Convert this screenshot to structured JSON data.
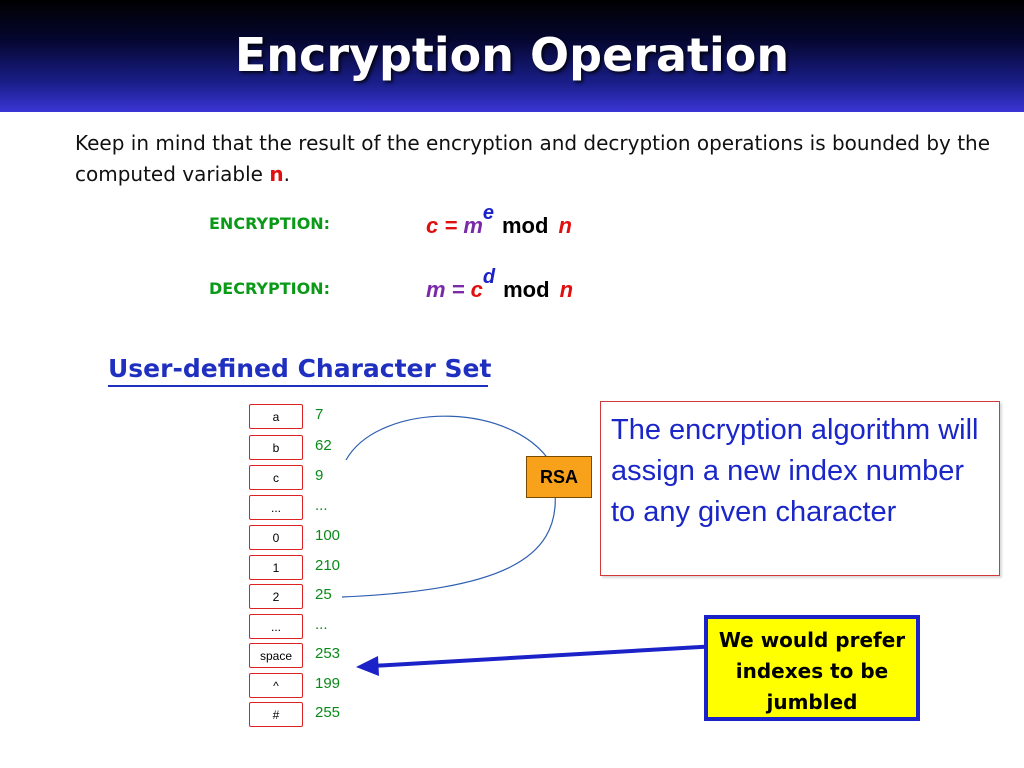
{
  "title": "Encryption Operation",
  "intro": {
    "text_before": "Keep in mind that the result of the encryption and decryption operations is bounded by the computed variable ",
    "variable": "n",
    "text_after": "."
  },
  "encryption": {
    "label": "ENCRYPTION:",
    "lhs": "c = ",
    "base": "m",
    "exponent": "e",
    "mod": "mod",
    "modulus": "n"
  },
  "decryption": {
    "label": "DECRYPTION:",
    "lhs": "m = ",
    "base": "c",
    "exponent": "d",
    "mod": "mod",
    "modulus": "n"
  },
  "charset_heading": "User-defined Character Set",
  "characters": [
    {
      "char": "a",
      "index": "7"
    },
    {
      "char": "b",
      "index": "62"
    },
    {
      "char": "c",
      "index": "9"
    },
    {
      "char": "...",
      "index": "..."
    },
    {
      "char": "0",
      "index": "100"
    },
    {
      "char": "1",
      "index": "210"
    },
    {
      "char": "2",
      "index": "25"
    },
    {
      "char": "...",
      "index": "..."
    },
    {
      "char": "space",
      "index": "253"
    },
    {
      "char": "^",
      "index": "199"
    },
    {
      "char": "#",
      "index": "255"
    }
  ],
  "rsa_label": "RSA",
  "info_text": "The encryption algorithm will assign a new index number to any given character",
  "note_text": "We would prefer indexes to be jumbled",
  "colors": {
    "accent_red": "#e01010",
    "label_green": "#0a9a18",
    "heading_blue": "#1f2fc0",
    "rsa_orange": "#f7a21a",
    "note_yellow": "#ffff00"
  }
}
